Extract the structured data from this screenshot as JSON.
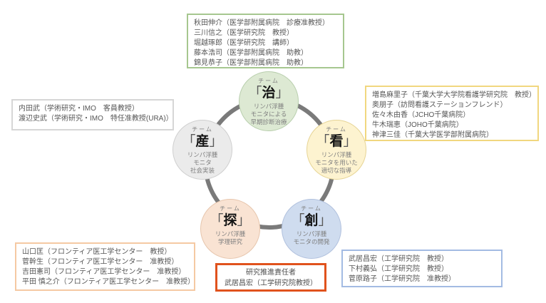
{
  "teams": [
    {
      "team_label": "チーム",
      "bracket_open": "「",
      "kanji": "治",
      "bracket_close": "」",
      "desc": [
        "リンパ浮腫",
        "モニタによる",
        "早期診断治療"
      ],
      "fill": "#dde9d3"
    },
    {
      "team_label": "チーム",
      "bracket_open": "「",
      "kanji": "看",
      "bracket_close": "」",
      "desc": [
        "リンパ浮腫",
        "モニタを用いた",
        "適切な指導"
      ],
      "fill": "#fdf3d0"
    },
    {
      "team_label": "チーム",
      "bracket_open": "「",
      "kanji": "産",
      "bracket_close": "」",
      "desc": [
        "リンパ浮腫",
        "モニタ",
        "社会実装"
      ],
      "fill": "#ebebeb"
    },
    {
      "team_label": "チーム",
      "bracket_open": "「",
      "kanji": "探",
      "bracket_close": "」",
      "desc": [
        "リンパ浮腫",
        "学理研究"
      ],
      "fill": "#f9e3d3"
    },
    {
      "team_label": "チーム",
      "bracket_open": "「",
      "kanji": "創",
      "bracket_close": "」",
      "desc": [
        "リンパ浮腫",
        "モニタの開発"
      ],
      "fill": "#cfdcef"
    }
  ],
  "boxes": {
    "medical": {
      "border_color": "#a6c78f",
      "members": [
        "秋田伸介（医学部附属病院　診療准教授）",
        "三川信之（医学研究院　教授）",
        "堀越琢郎（医学研究院　講師）",
        "藤本浩司（医学部附属病院　助教）",
        "錦見恭子（医学部附属病院　助教）"
      ]
    },
    "nursing": {
      "border_color": "#f1d77f",
      "members": [
        "増島麻里子（千葉大学大学院看護学研究院　教授）",
        "奥朋子（訪問看護ステーションフレンド）",
        "佐々木由香（JCHO千葉病院）",
        "牛木瑞恵（JOHO千葉病院）",
        "神津三佳（千葉大学医学部附属病院）"
      ]
    },
    "imo": {
      "border_color": "#d6d6d6",
      "members": [
        "内田武（学術研究・IMO　客員教授）",
        "渡辺史武（学術研究・IMO　特任准教授(URA)）"
      ]
    },
    "frontier": {
      "border_color": "#f5c9a3",
      "members": [
        "山口匡（フロンティア医工学センター　教授）",
        "菅幹生（フロンティア医工学センター　准教授）",
        "吉田憲司（フロンティア医工学センター　准教授）",
        "平田 慎之介（フロンティア医工学センター　准教授）"
      ]
    },
    "engineering": {
      "border_color": "#a3bbe3",
      "members": [
        "武居昌宏（工学研究院　教授）",
        "下村義弘（工学研究院　教授）",
        "菅原路子（工学研究院　准教授）"
      ]
    }
  },
  "leader": {
    "border_color": "#e0521d",
    "title": "研究推進責任者",
    "name": "武居昌宏（工学研究院教授）"
  },
  "colors": {
    "ring": "#7a7a7a",
    "team_ji_fill": "#dde9d3",
    "team_kan_fill": "#fdf3d0",
    "team_san_fill": "#ebebeb",
    "team_tan_fill": "#f9e3d3",
    "team_sou_fill": "#cfdcef",
    "text_gray": "#7f7f7f",
    "member_text": "#565656"
  }
}
